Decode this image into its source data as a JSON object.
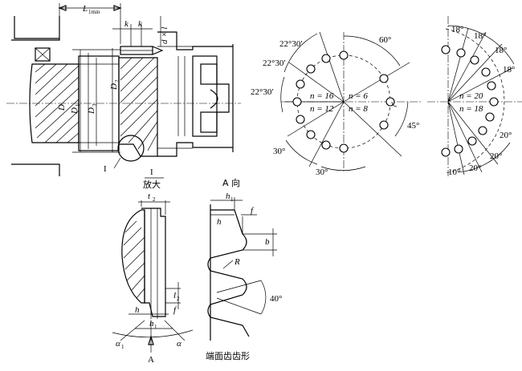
{
  "main_view": {
    "dim_L": "L",
    "dim_L_sub": "1min",
    "dim_k1": "k",
    "dim_k2": "k",
    "dim_dxl": "d × l",
    "dim_D": "D",
    "dim_D1": "D",
    "dim_D1_sub": "1",
    "dim_D2": "D",
    "dim_D2_sub": "2",
    "dim_D3": "D",
    "dim_D3_sub": "3",
    "detail_mark": "I"
  },
  "detail_caption": {
    "fraction_top": "I",
    "fraction_bottom": "放大"
  },
  "view_A_caption": "A 向",
  "circle_left": {
    "angle_top_right": "60°",
    "angle_left_1": "22°30′",
    "angle_left_2": "22°30′",
    "angle_left_3": "22°30′",
    "angle_bottom_left": "30°",
    "angle_bottom": "30°",
    "angle_right": "45°",
    "n16": "n = 16",
    "n6": "n = 6",
    "n12": "n = 12",
    "n8": "n = 8"
  },
  "circle_right": {
    "a1": "18°",
    "a2": "18°",
    "a3": "18°",
    "a4": "18°",
    "b1": "20°",
    "b2": "20°",
    "b3": "20°",
    "b4": "10°",
    "n20": "n = 20",
    "n18": "n = 18"
  },
  "detail_view": {
    "t2": "t",
    "t2_sub": "2",
    "l2": "l",
    "l2_sub": "2",
    "h": "h",
    "h1": "h",
    "h1_sub": "1",
    "f": "f",
    "a1": "α",
    "a1_sub": "1",
    "a": "α",
    "arrow_A": "A"
  },
  "tooth_profile": {
    "h1": "h",
    "h1_sub": "1",
    "f": "f",
    "h": "h",
    "b": "b",
    "R": "R",
    "angle": "40°",
    "caption": "端面齿齿形"
  }
}
